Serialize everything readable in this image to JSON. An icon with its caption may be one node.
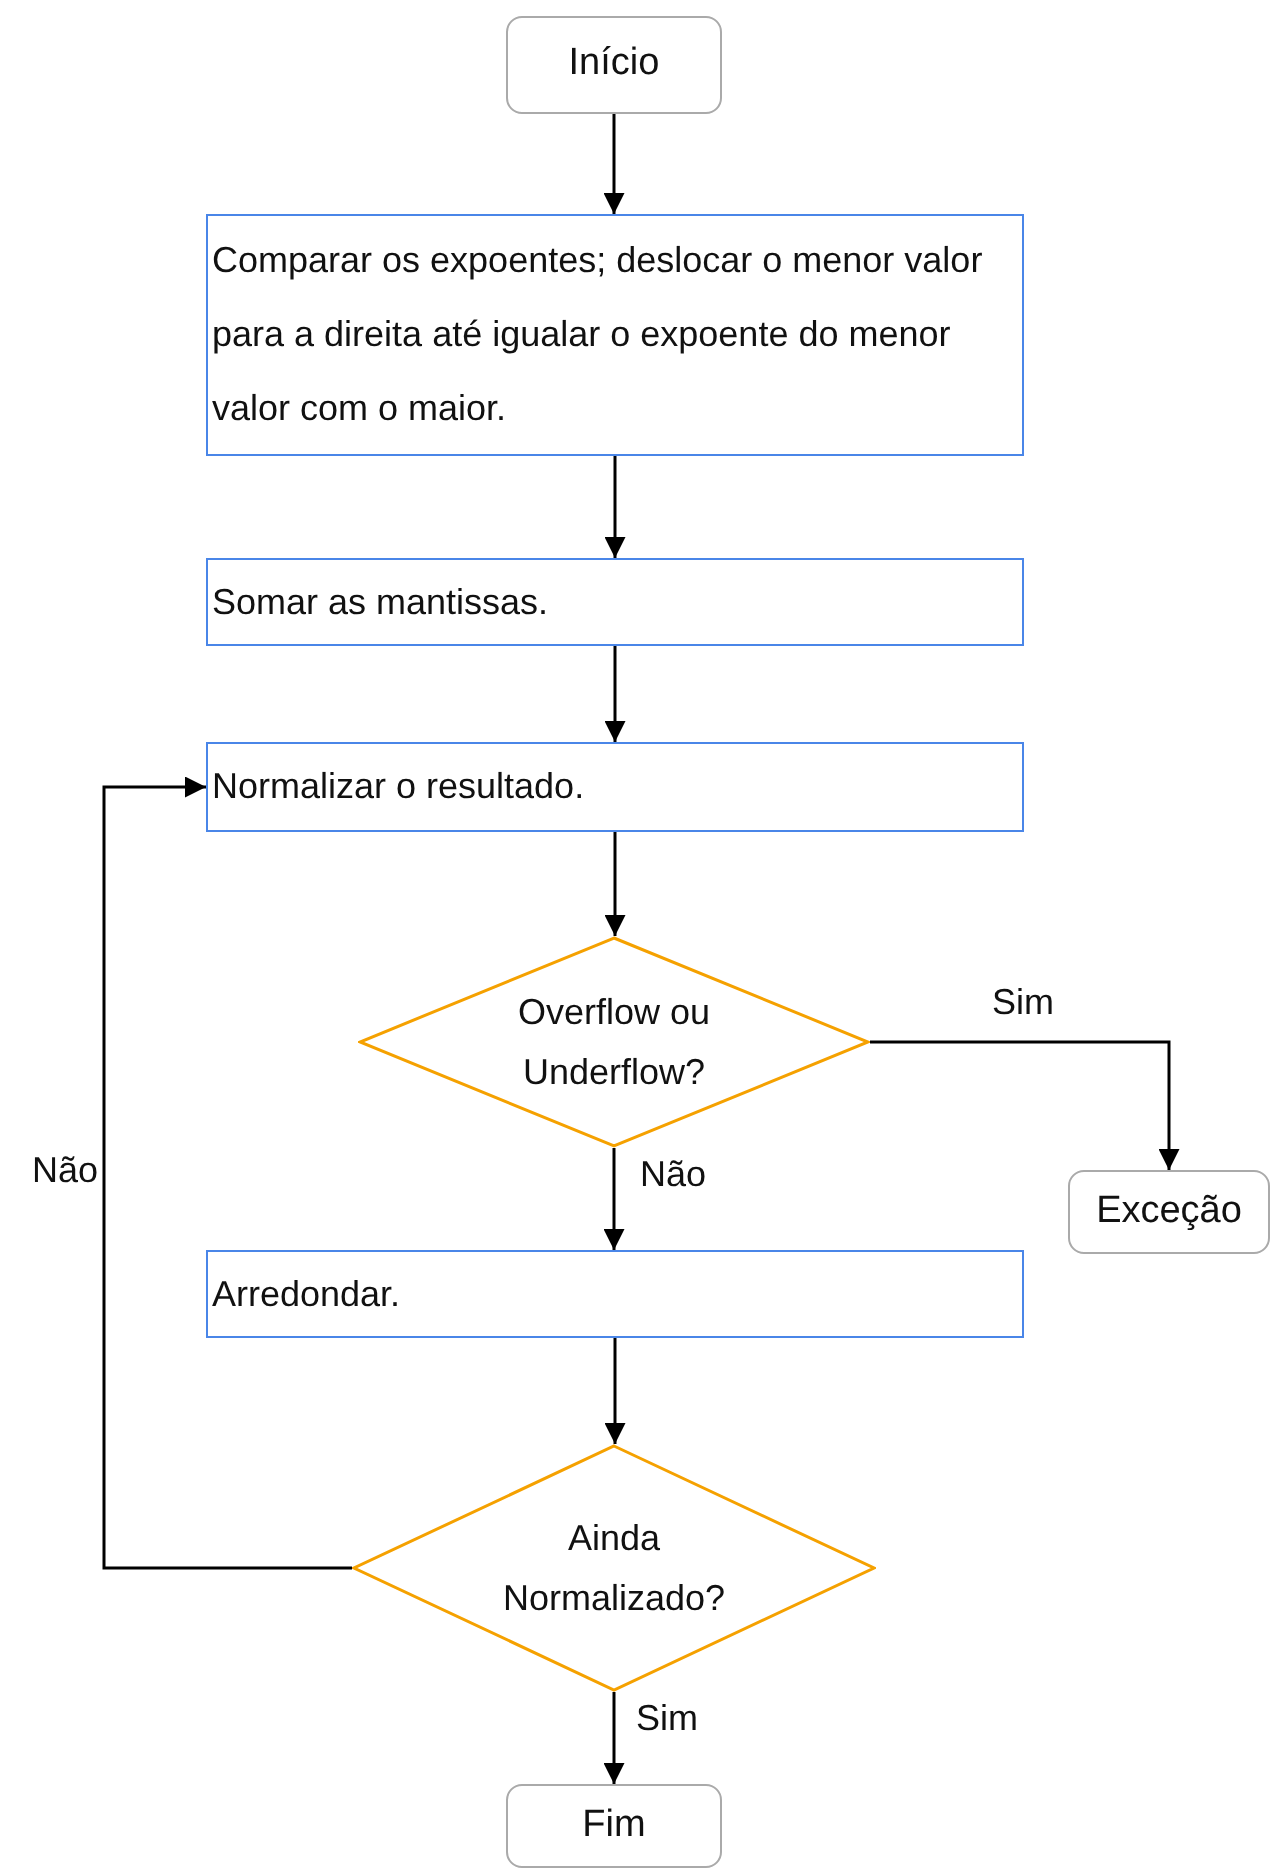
{
  "diagram": {
    "nodes": [
      {
        "text": [
          "Início"
        ]
      },
      {
        "text": [
          "Comparar os expoentes; deslocar o menor valor para a direita até igualar o expoente do menor valor com o maior."
        ]
      },
      {
        "text": [
          "Somar as mantissas."
        ]
      },
      {
        "text": [
          "Normalizar o resultado."
        ]
      },
      {
        "text": [
          "Overflow ou Underflow?"
        ]
      },
      {
        "text": [
          "Exceção"
        ]
      },
      {
        "text": [
          "Arredondar."
        ]
      },
      {
        "text": [
          "Ainda Normalizado?"
        ]
      },
      {
        "text": [
          "Fim"
        ]
      }
    ],
    "edges": [
      {
        "from": 0,
        "to": 1,
        "arrow": "to"
      },
      {
        "from": 1,
        "to": 2,
        "arrow": "to"
      },
      {
        "from": 2,
        "to": 3,
        "arrow": "to"
      },
      {
        "from": 3,
        "to": 4,
        "arrow": "to"
      },
      {
        "from": 4,
        "to": 5,
        "arrow": "to",
        "label": "Sim"
      },
      {
        "from": 4,
        "to": 6,
        "arrow": "to",
        "label": "Não"
      },
      {
        "from": 6,
        "to": 7,
        "arrow": "to"
      },
      {
        "from": 7,
        "to": 3,
        "arrow": "to",
        "label": "Não"
      },
      {
        "from": 7,
        "to": 8,
        "arrow": "to",
        "label": "Sim"
      }
    ]
  }
}
